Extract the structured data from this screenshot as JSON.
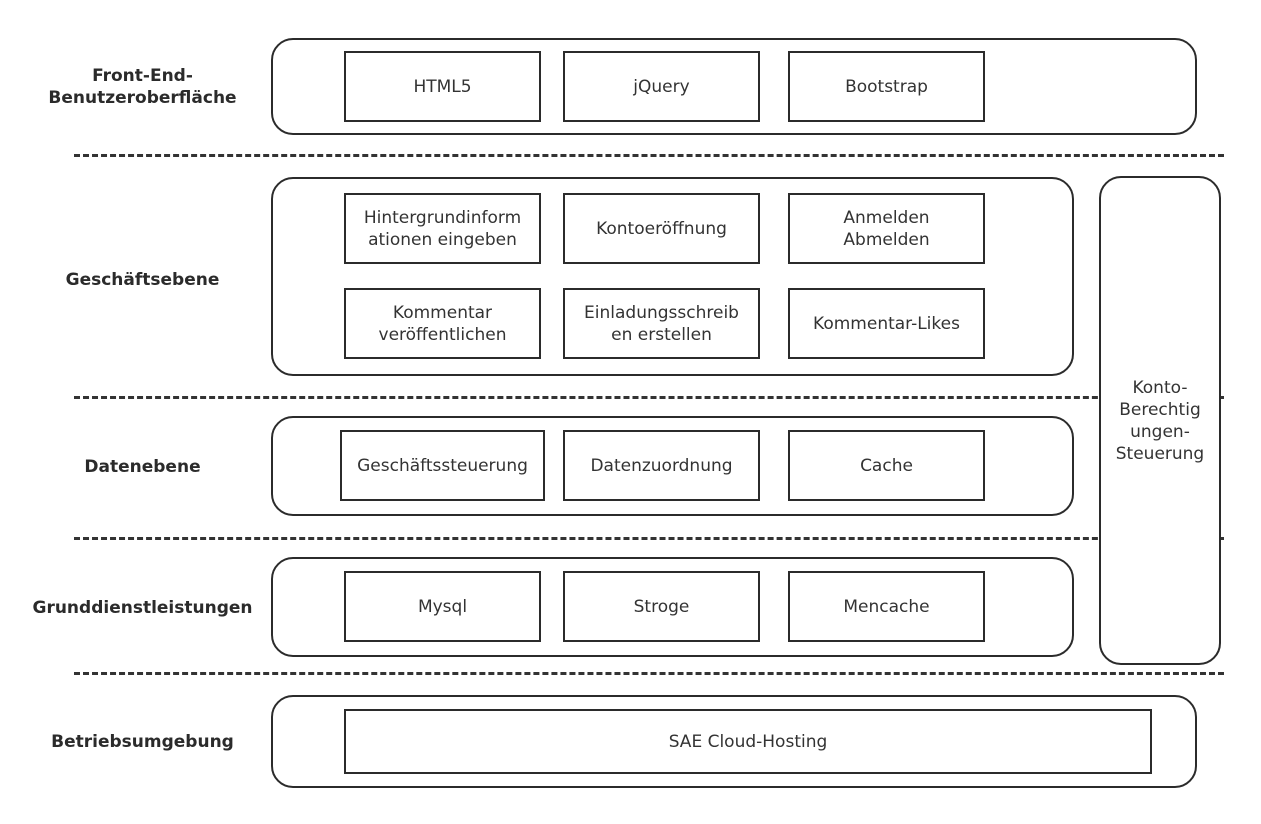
{
  "layers": {
    "frontend": "Front-End-\nBenutzeroberfläche",
    "business": "Geschäftsebene",
    "data": "Datenebene",
    "base": "Grunddienstleistungen",
    "runtime": "Betriebsumgebung"
  },
  "frontend_items": [
    "HTML5",
    "jQuery",
    "Bootstrap"
  ],
  "business_items": [
    "Hintergrundinform\nationen eingeben",
    "Kontoeröffnung",
    "Anmelden\nAbmelden",
    "Kommentar\nveröffentlichen",
    "Einladungsschreib\nen erstellen",
    "Kommentar-Likes"
  ],
  "data_items": [
    "Geschäftssteuerung",
    "Datenzuordnung",
    "Cache"
  ],
  "base_items": [
    "Mysql",
    "Stroge",
    "Mencache"
  ],
  "runtime_items": [
    "SAE Cloud-Hosting"
  ],
  "side_panel": "Konto-\nBerechtig\nungen-\nSteuerung"
}
